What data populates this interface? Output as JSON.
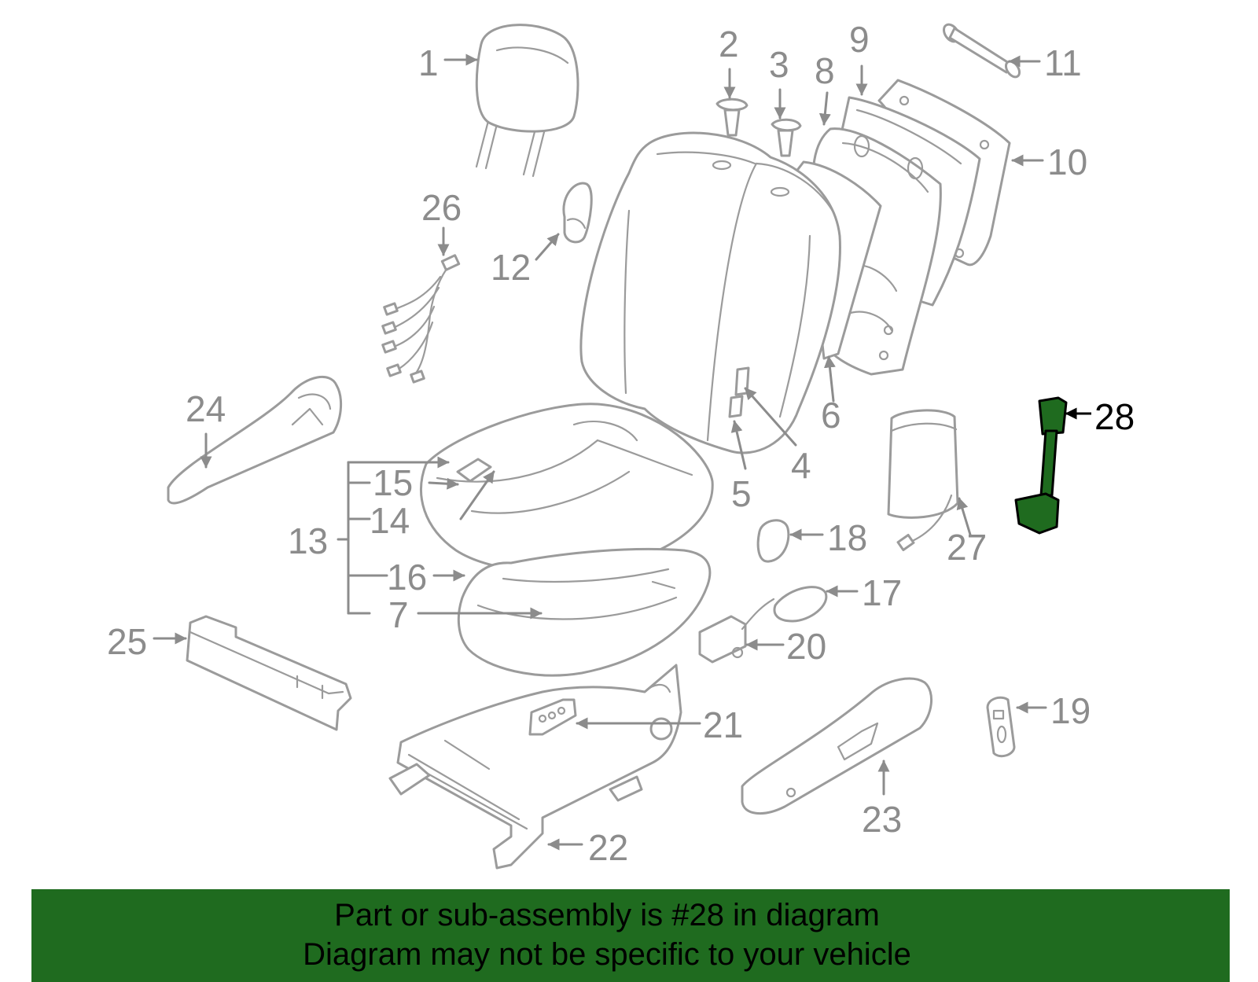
{
  "highlight": {
    "part_number": "28",
    "color": "#1f6b1f"
  },
  "callouts": {
    "c1": "1",
    "c2": "2",
    "c3": "3",
    "c4": "4",
    "c5": "5",
    "c6": "6",
    "c7": "7",
    "c8": "8",
    "c9": "9",
    "c10": "10",
    "c11": "11",
    "c12": "12",
    "c13": "13",
    "c14": "14",
    "c15": "15",
    "c16": "16",
    "c17": "17",
    "c18": "18",
    "c19": "19",
    "c20": "20",
    "c21": "21",
    "c22": "22",
    "c23": "23",
    "c24": "24",
    "c25": "25",
    "c26": "26",
    "c27": "27",
    "c28": "28"
  },
  "banner": {
    "line1": "Part or sub-assembly is #28 in diagram",
    "line2": "Diagram may not be specific to your vehicle"
  }
}
